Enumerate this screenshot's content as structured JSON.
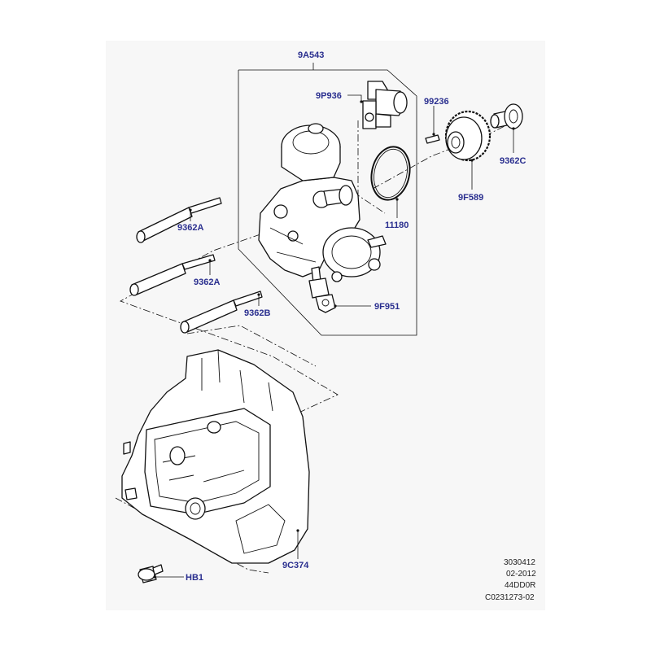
{
  "labels": {
    "pump_assembly": "9A543",
    "sensor_valve": "9P936",
    "dowel": "99236",
    "bolt_c": "9362C",
    "seal_ring": "11180",
    "gear": "9F589",
    "stud_a_upper": "9362A",
    "stud_a_lower": "9362A",
    "stud_b": "9362B",
    "pressure_sensor": "9F951",
    "housing": "9C374",
    "bolt_hb": "HB1"
  },
  "reference": {
    "line1": "3030412",
    "line2": "02-2012",
    "line3": "44DD0R",
    "line4": "C0231273-02"
  }
}
